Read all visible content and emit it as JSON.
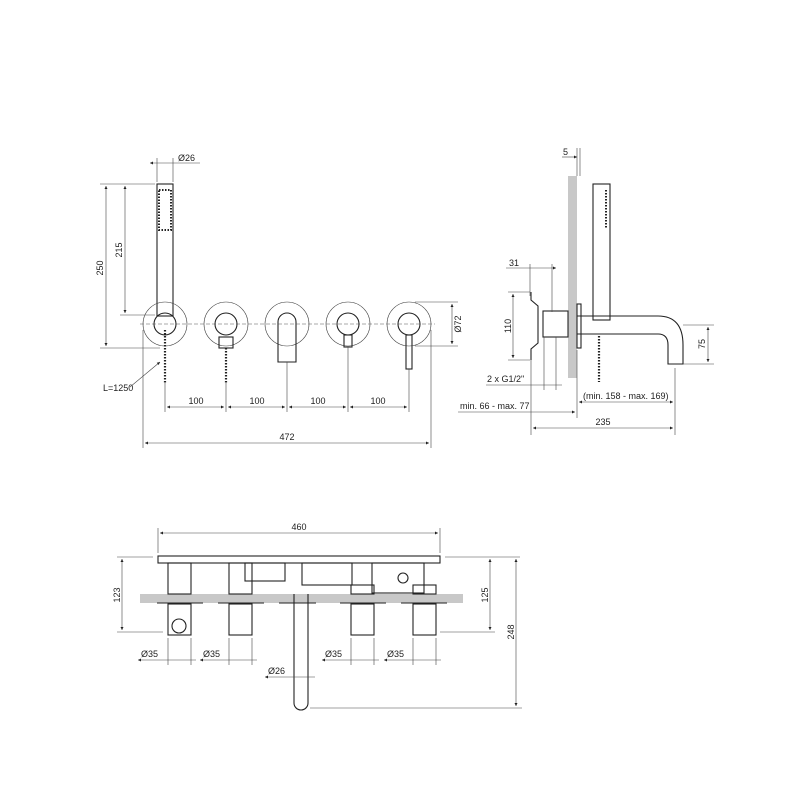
{
  "front_view": {
    "dim_diameter_handshower": "Ø26",
    "dim_height_total": "250",
    "dim_height_handshower": "215",
    "dim_diameter_rosette": "Ø72",
    "dim_hose_length": "L=1250",
    "dim_spacings": [
      "100",
      "100",
      "100",
      "100"
    ],
    "dim_total_width": "472"
  },
  "side_view": {
    "dim_plate": "5",
    "dim_depth": "31",
    "dim_box_height": "110",
    "dim_connections": "2 x G1/2\"",
    "dim_wall_range": "min. 66 - max. 77",
    "dim_spout_range": "(min. 158 - max. 169)",
    "dim_spout_height": "75",
    "dim_total_depth": "235"
  },
  "top_view": {
    "dim_width": "460",
    "dim_left_height": "123",
    "dim_right_height": "125",
    "dim_total_height": "248",
    "dim_diameters": [
      "Ø35",
      "Ø35",
      "Ø35",
      "Ø35"
    ],
    "dim_spout_diameter": "Ø26"
  }
}
